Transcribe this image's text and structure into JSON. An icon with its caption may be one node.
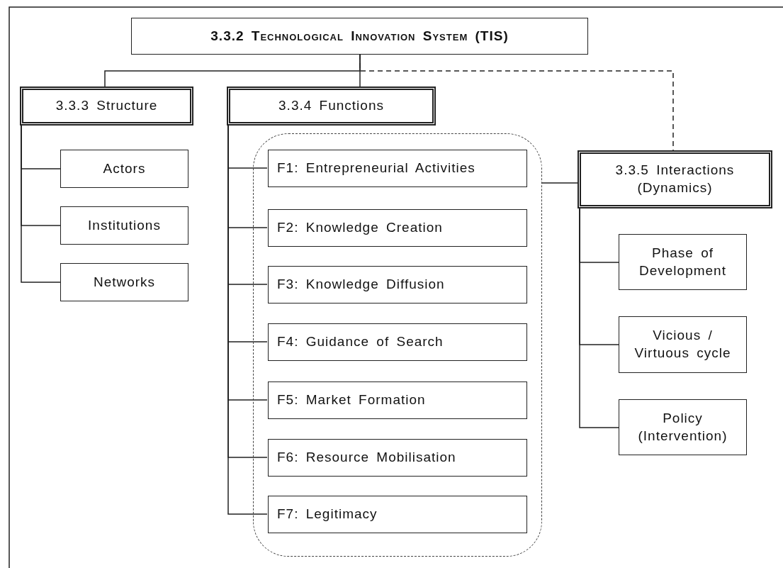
{
  "diagram": {
    "nodes": [
      {
        "text": [
          "3.3.2 Technological Innovation System (TIS)"
        ]
      },
      {
        "text": [
          "3.3.3 Structure"
        ]
      },
      {
        "text": [
          "3.3.4 Functions"
        ]
      },
      {
        "text": [
          "3.3.5 Interactions (Dynamics)"
        ]
      },
      {
        "text": [
          "Actors"
        ]
      },
      {
        "text": [
          "Institutions"
        ]
      },
      {
        "text": [
          "Networks"
        ]
      },
      {
        "text": [],
        "shape": "box"
      },
      {
        "text": [
          "F1: Entrepreneurial Activities"
        ],
        "in": 7
      },
      {
        "text": [
          "F2: Knowledge Creation"
        ],
        "in": 7
      },
      {
        "text": [
          "F3: Knowledge Diffusion"
        ],
        "in": 7
      },
      {
        "text": [
          "F4: Guidance of Search"
        ],
        "in": 7
      },
      {
        "text": [
          "F5: Market Formation"
        ],
        "in": 7
      },
      {
        "text": [
          "F6: Resource Mobilisation"
        ],
        "in": 7
      },
      {
        "text": [
          "F7: Legitimacy"
        ],
        "in": 7
      },
      {
        "text": [
          "Phase of Development"
        ]
      },
      {
        "text": [
          "Vicious / Virtuous cycle"
        ]
      },
      {
        "text": [
          "Policy (Intervention)"
        ]
      }
    ],
    "edges": [
      {
        "from": 0,
        "to": 1,
        "arrow": "none"
      },
      {
        "from": 0,
        "to": 2,
        "arrow": "none"
      },
      {
        "from": 0,
        "to": 3,
        "arrow": "none",
        "style": "dashed"
      },
      {
        "from": 1,
        "to": 4,
        "arrow": "none"
      },
      {
        "from": 1,
        "to": 5,
        "arrow": "none"
      },
      {
        "from": 1,
        "to": 6,
        "arrow": "none"
      },
      {
        "from": 2,
        "to": 8,
        "arrow": "none"
      },
      {
        "from": 2,
        "to": 9,
        "arrow": "none"
      },
      {
        "from": 2,
        "to": 10,
        "arrow": "none"
      },
      {
        "from": 2,
        "to": 11,
        "arrow": "none"
      },
      {
        "from": 2,
        "to": 12,
        "arrow": "none"
      },
      {
        "from": 2,
        "to": 13,
        "arrow": "none"
      },
      {
        "from": 2,
        "to": 14,
        "arrow": "none"
      },
      {
        "from": 7,
        "to": 3,
        "arrow": "none"
      },
      {
        "from": 3,
        "to": 15,
        "arrow": "none"
      },
      {
        "from": 3,
        "to": 16,
        "arrow": "none"
      },
      {
        "from": 3,
        "to": 17,
        "arrow": "none"
      }
    ]
  }
}
